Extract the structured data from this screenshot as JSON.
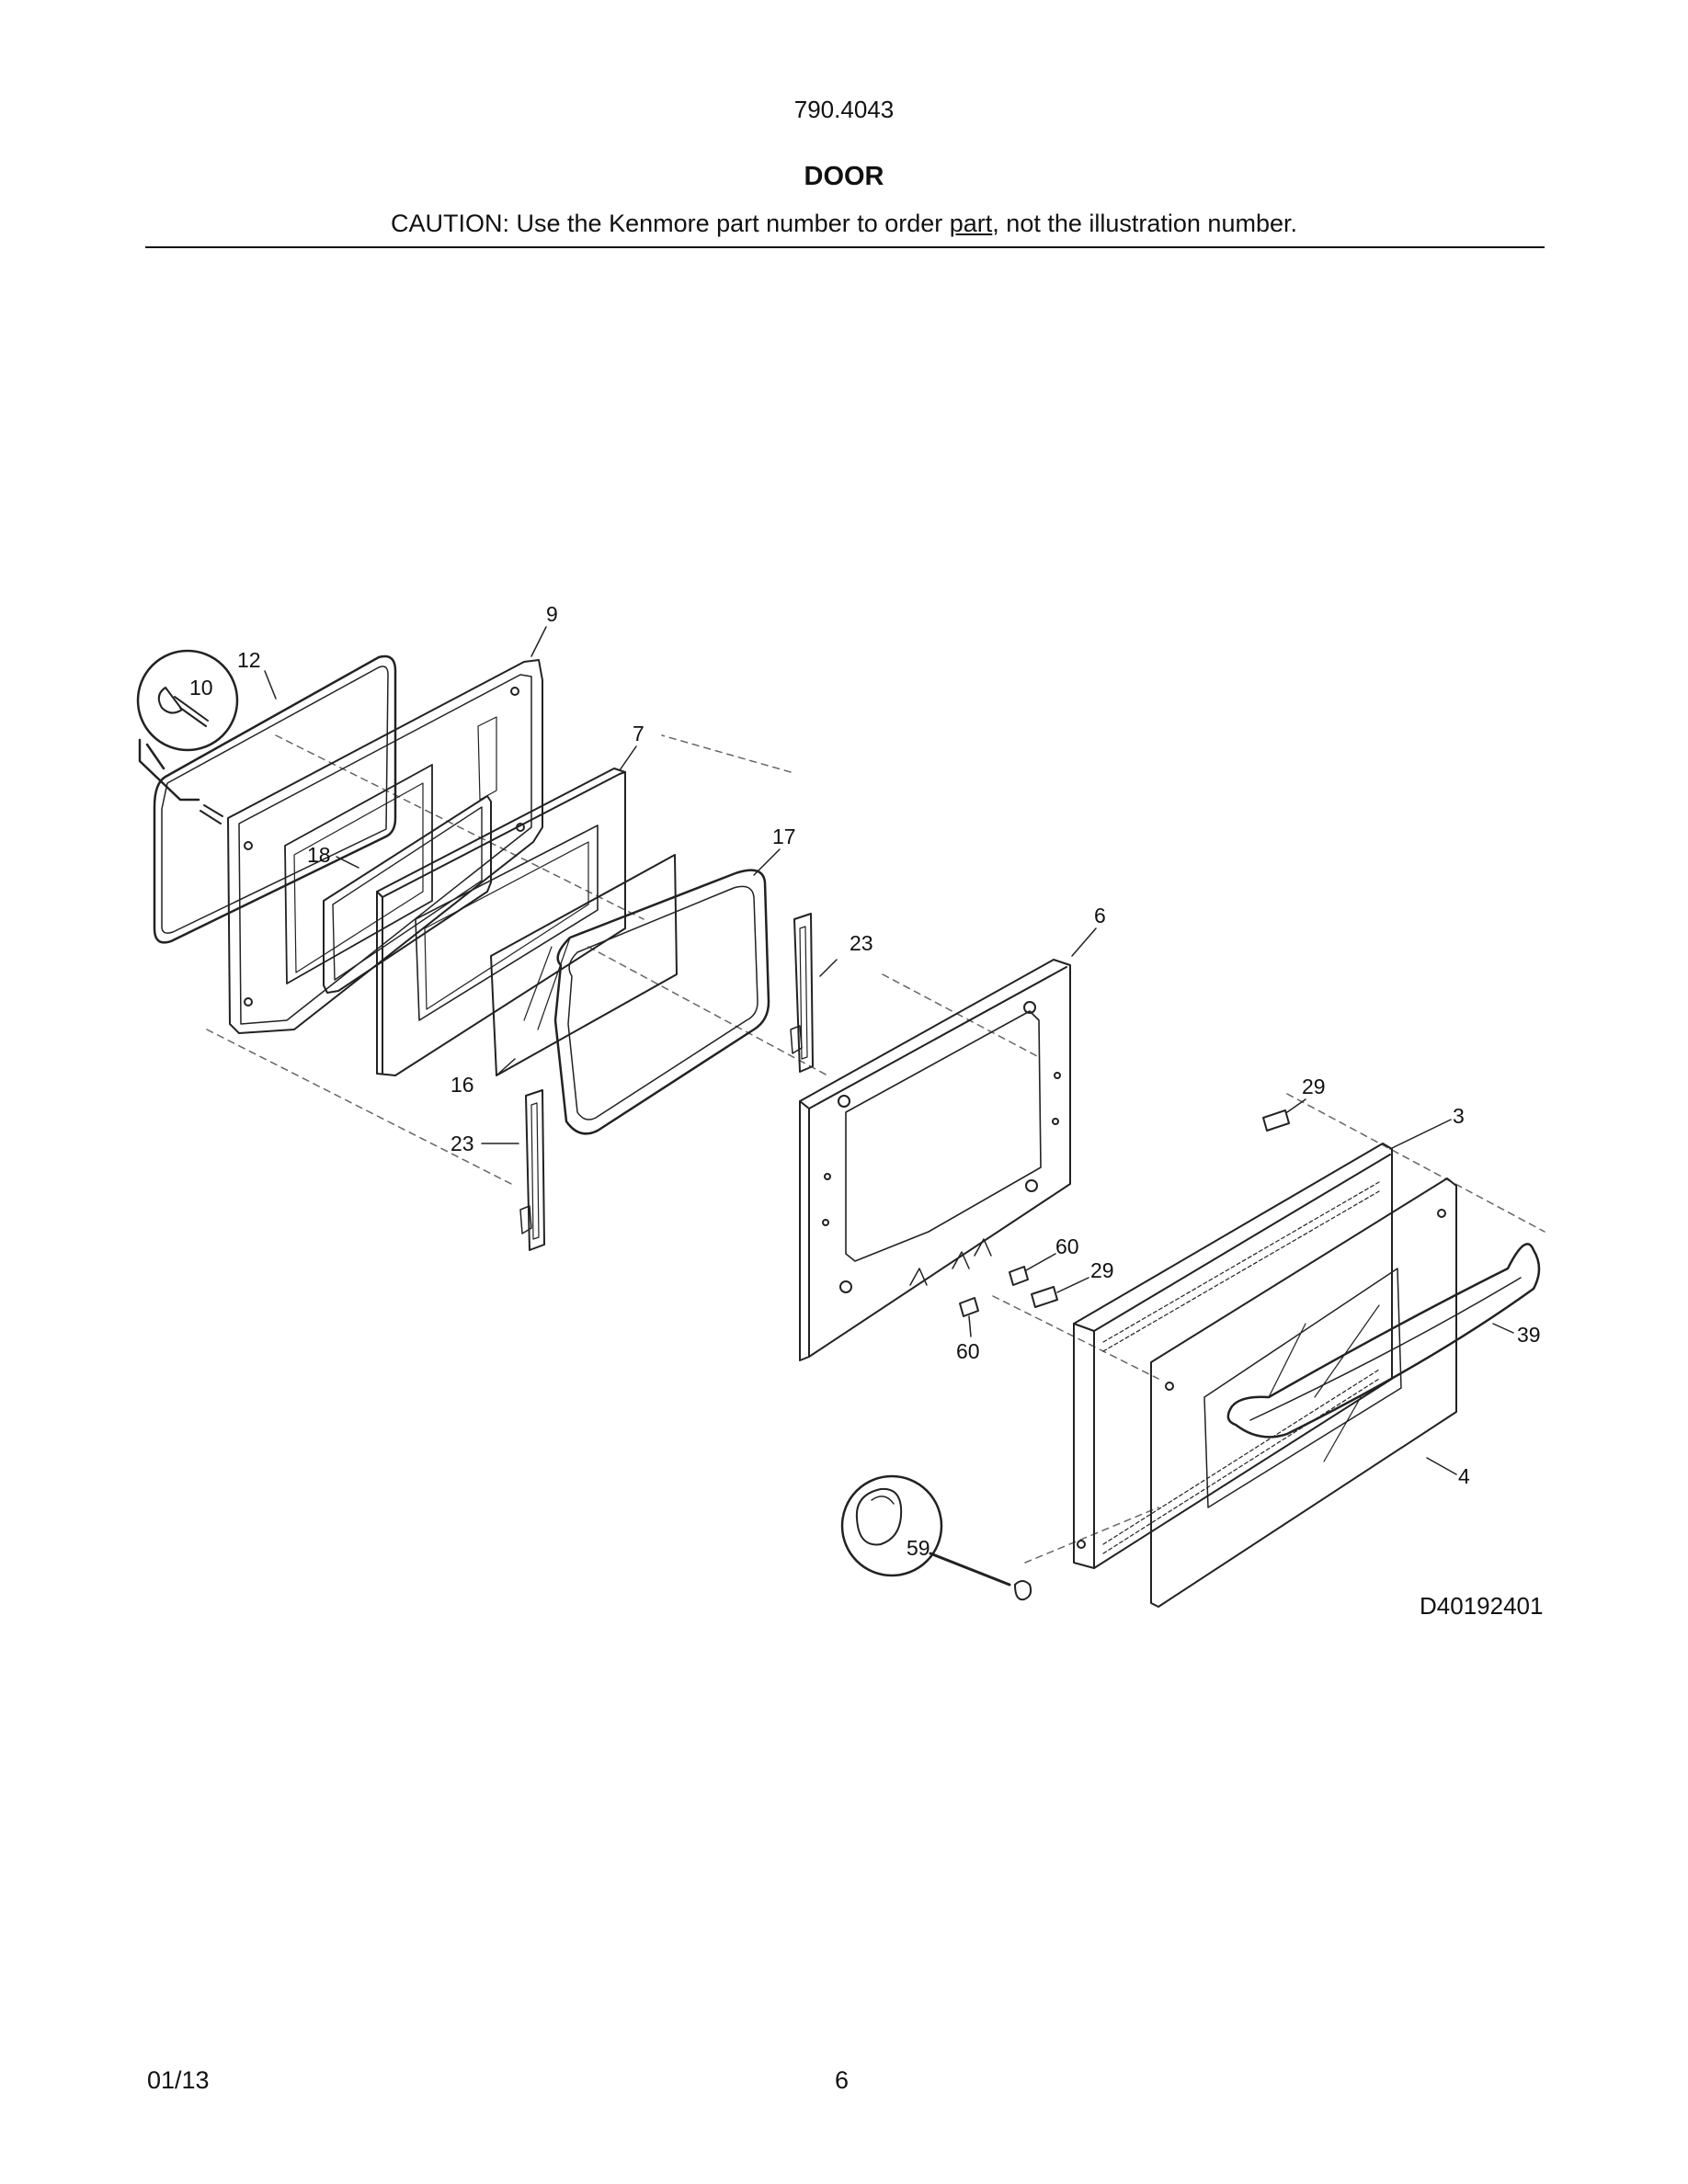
{
  "header": {
    "model": "790.4043",
    "title": "DOOR",
    "caution_before": "CAUTION: Use the Kenmore part number to order ",
    "caution_link": "part",
    "caution_after": ", not the illustration number."
  },
  "diagram": {
    "drawing_code": "D40192401",
    "callouts": {
      "c9": "9",
      "c12": "12",
      "c10": "10",
      "c7": "7",
      "c18": "18",
      "c17": "17",
      "c23a": "23",
      "c6": "6",
      "c16": "16",
      "c23b": "23",
      "c29a": "29",
      "c3": "3",
      "c60a": "60",
      "c29b": "29",
      "c39": "39",
      "c60b": "60",
      "c4": "4",
      "c59": "59"
    }
  },
  "footer": {
    "date": "01/13",
    "page": "6"
  }
}
